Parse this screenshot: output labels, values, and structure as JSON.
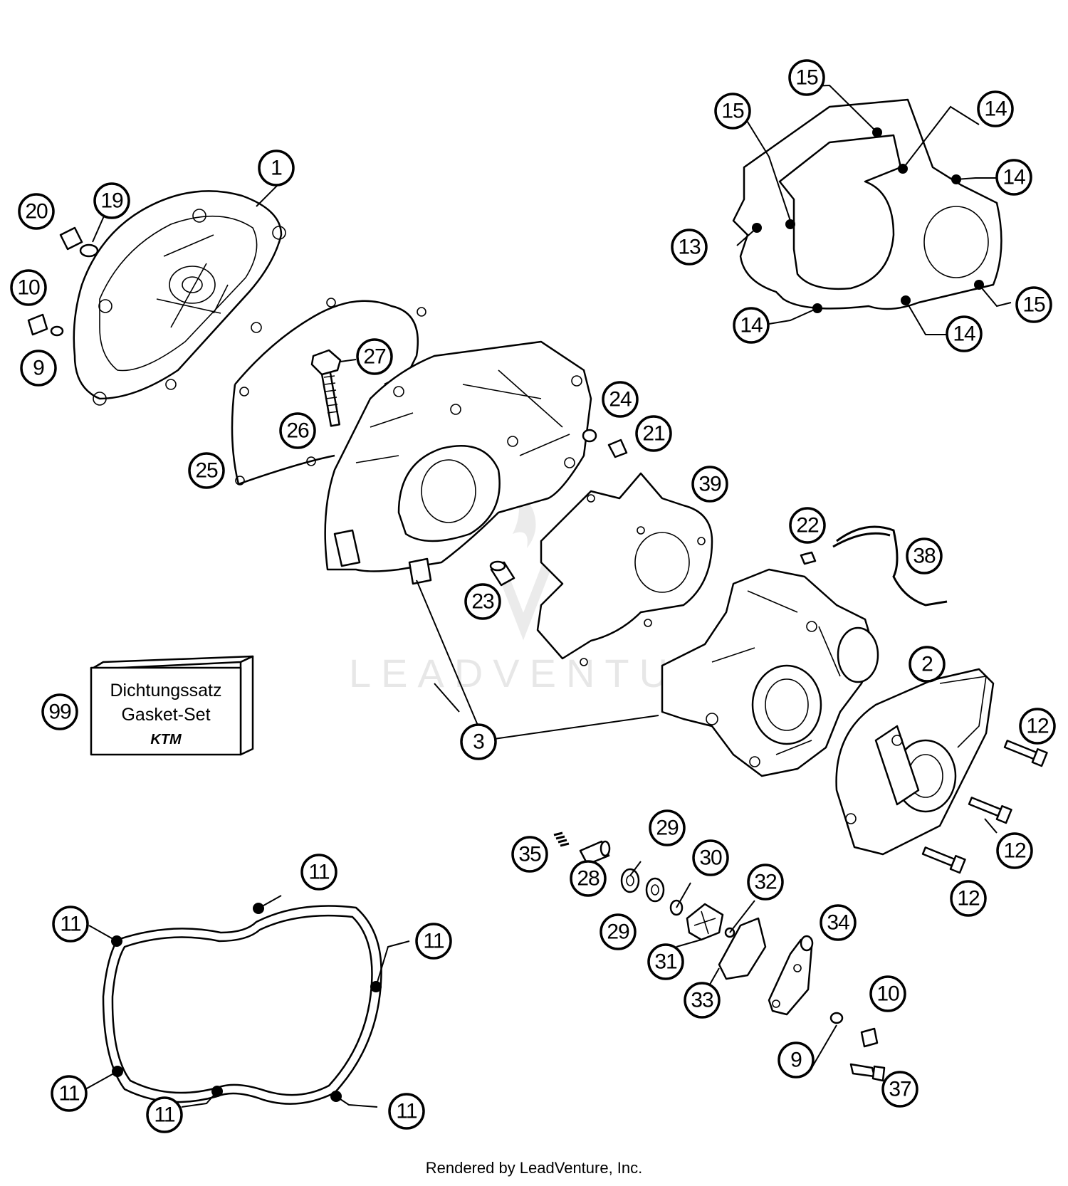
{
  "gasket_box": {
    "line1": "Dichtungssatz",
    "line2": "Gasket-Set",
    "logo": "KTM"
  },
  "watermark": "LEADVENTURE",
  "footer": "Rendered by LeadVenture, Inc.",
  "callouts": [
    "1",
    "2",
    "3",
    "9",
    "10",
    "11",
    "12",
    "13",
    "14",
    "15",
    "19",
    "20",
    "21",
    "22",
    "23",
    "24",
    "25",
    "26",
    "27",
    "28",
    "29",
    "30",
    "31",
    "32",
    "33",
    "34",
    "35",
    "37",
    "38",
    "39",
    "99"
  ]
}
